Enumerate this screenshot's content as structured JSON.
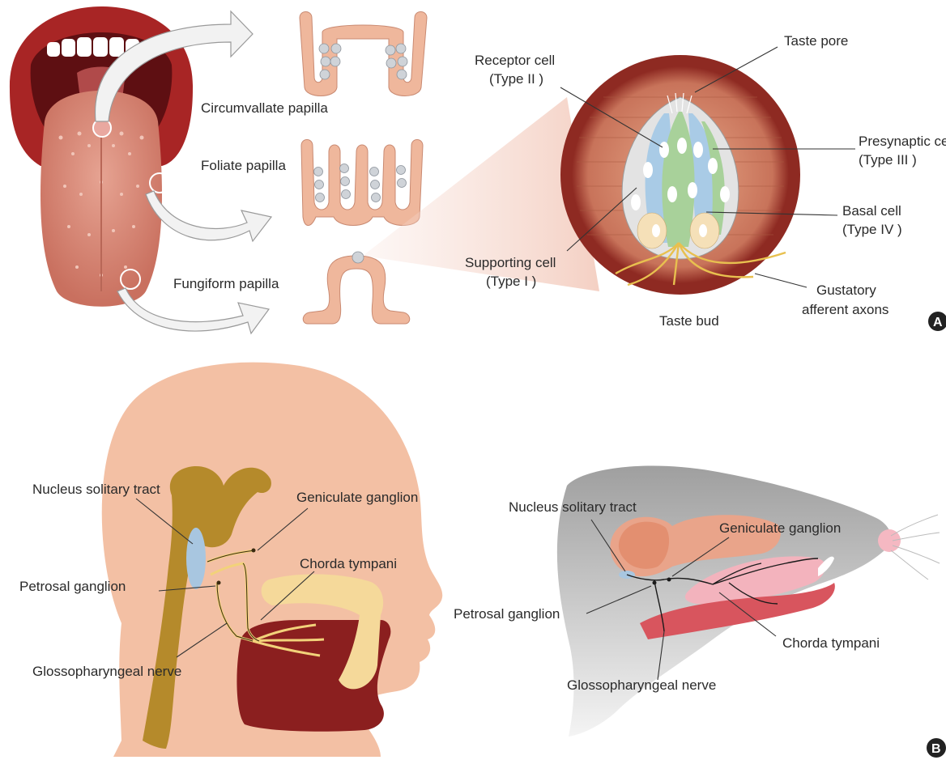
{
  "panel_a": {
    "badge": "A",
    "papillae": {
      "circumvallate": "Circumvallate papilla",
      "foliate": "Foliate papilla",
      "fungiform": "Fungiform papilla"
    },
    "taste_bud": {
      "caption": "Taste bud",
      "taste_pore": "Taste pore",
      "receptor_line1": "Receptor cell",
      "receptor_line2": "(Type II )",
      "presynaptic_line1": "Presynaptic cel",
      "presynaptic_line2": "(Type III )",
      "basal_line1": "Basal cell",
      "basal_line2": "(Type IV )",
      "supporting_line1": "Supporting cell",
      "supporting_line2": "(Type I )",
      "gustatory_line1": "Gustatory",
      "gustatory_line2": "afferent axons"
    }
  },
  "panel_b": {
    "badge": "B",
    "human": {
      "nucleus": "Nucleus solitary tract",
      "geniculate": "Geniculate ganglion",
      "chorda": "Chorda tympani",
      "petrosal": "Petrosal ganglion",
      "glossopharyngeal": "Glossopharyngeal nerve"
    },
    "rodent": {
      "nucleus": "Nucleus solitary tract",
      "geniculate": "Geniculate ganglion",
      "petrosal": "Petrosal ganglion",
      "chorda": "Chorda tympani",
      "glossopharyngeal": "Glossopharyngeal nerve"
    }
  },
  "colors": {
    "lip": "#a82525",
    "tongue": "#d98c7c",
    "papilla": "#efb79c",
    "bud_rim": "#8e2a22",
    "skin": "#f3c0a4",
    "brain": "#b58a2b",
    "nerve": "#f2d27a",
    "oral_cavity": "#8b1f1f",
    "rodent_body": "#c9c9c9",
    "rodent_brain": "#e9a48a",
    "badge": "#222222"
  }
}
